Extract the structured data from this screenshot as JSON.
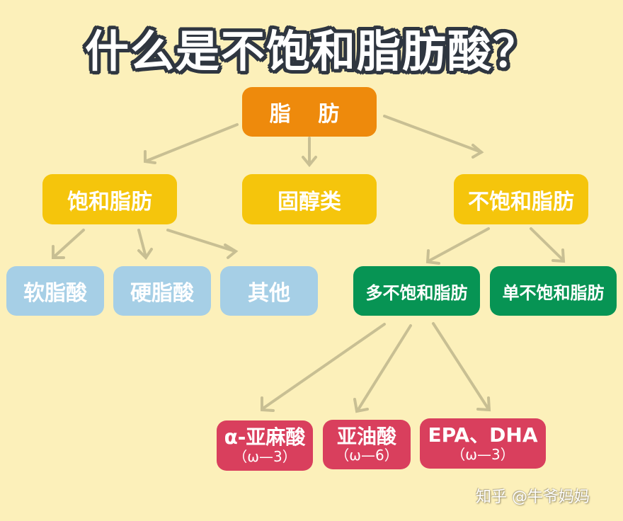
{
  "title": "什么是不饱和脂肪酸？",
  "colors": {
    "background": "#fcf0ba",
    "root": "#ee8a0c",
    "level1": "#f5c50c",
    "saturated_children": "#a6cfe6",
    "unsaturated_children": "#079454",
    "polyunsaturated_children": "#d93f5d",
    "arrow": "#c8bf93"
  },
  "nodes": {
    "root": "脂 肪",
    "saturated": "饱和脂肪",
    "sterols": "固醇类",
    "unsaturated": "不饱和脂肪",
    "palmitic": "软脂酸",
    "stearic": "硬脂酸",
    "other": "其他",
    "polyunsaturated": "多不饱和脂肪",
    "monounsaturated": "单不饱和脂肪",
    "ala": {
      "label": "α-亚麻酸",
      "sub": "（ω—3）"
    },
    "linoleic": {
      "label": "亚油酸",
      "sub": "（ω—6）"
    },
    "epa_dha": {
      "label": "EPA、DHA",
      "sub": "（ω—3）"
    }
  },
  "watermark": "知乎 @牛爷妈妈"
}
